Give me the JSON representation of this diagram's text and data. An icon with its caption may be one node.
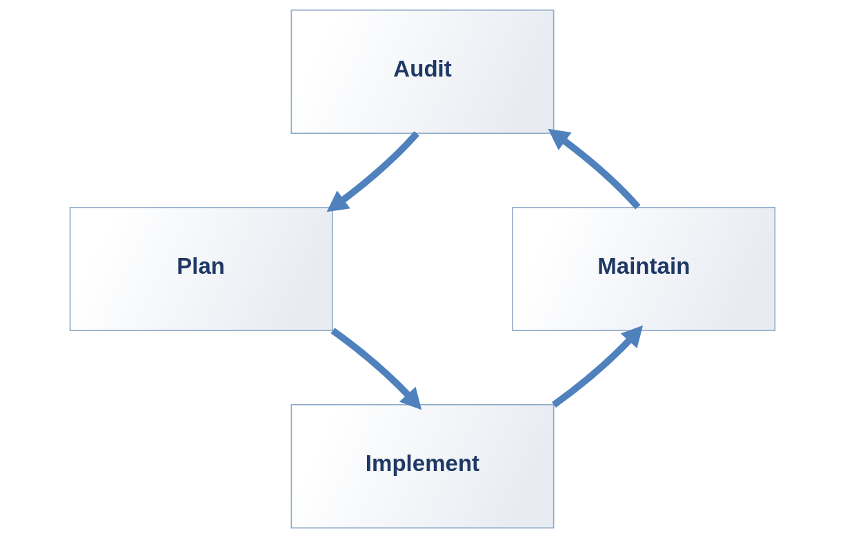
{
  "diagram": {
    "nodes": [
      {
        "text": [
          "Audit"
        ]
      },
      {
        "text": [
          "Plan"
        ]
      },
      {
        "text": [
          "Implement"
        ]
      },
      {
        "text": [
          "Maintain"
        ]
      }
    ],
    "edges": [
      {
        "from": 0,
        "to": 1,
        "arrow": "to"
      },
      {
        "from": 1,
        "to": 2,
        "arrow": "to"
      },
      {
        "from": 2,
        "to": 3,
        "arrow": "to"
      },
      {
        "from": 3,
        "to": 0,
        "arrow": "to"
      }
    ]
  }
}
